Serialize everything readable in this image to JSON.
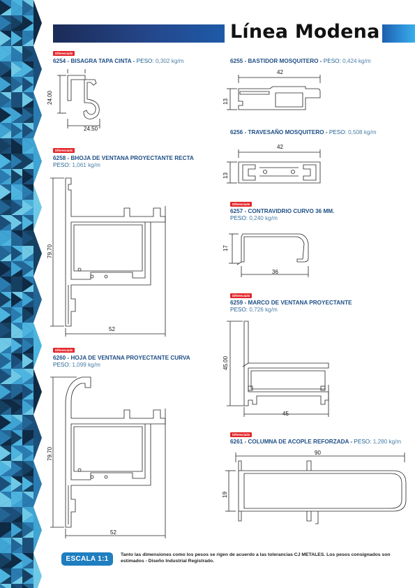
{
  "header": {
    "title": "Línea Modena"
  },
  "badge_text": "Diferenciado",
  "colors": {
    "accent_blue": "#1f5f8f",
    "badge_red": "#e3262b",
    "scale_blue": "#1e7ec0"
  },
  "products": [
    {
      "code": "6254",
      "name": "BISAGRA TAPA CINTA",
      "peso_label": "PESO:",
      "weight": "0,302 kg/m",
      "dims": [
        "24.00",
        "24.50"
      ]
    },
    {
      "code": "6255",
      "name": "BASTIDOR MOSQUITERO",
      "peso_label": "PESO:",
      "weight": "0,424 kg/m",
      "dims": [
        "42",
        "13"
      ]
    },
    {
      "code": "6256",
      "name": "TRAVESAÑO MOSQUITERO",
      "peso_label": "PESO:",
      "weight": "0,508 kg/m",
      "dims": [
        "42",
        "13"
      ]
    },
    {
      "code": "6258",
      "name": "BHOJA DE VENTANA PROYECTANTE RECTA",
      "peso_label": "PESO:",
      "weight": "1,061 kg/m",
      "dims": [
        "79.70",
        "52"
      ]
    },
    {
      "code": "6257",
      "name": "CONTRAVIDRIO CURVO 36 MM.",
      "peso_label": "PESO:",
      "weight": "0,240 kg/m",
      "dims": [
        "17",
        "36"
      ]
    },
    {
      "code": "6259",
      "name": "MARCO DE VENTANA PROYECTANTE",
      "peso_label": "PESO:",
      "weight": "0,726 kg/m",
      "dims": [
        "45.00",
        "45"
      ]
    },
    {
      "code": "6260",
      "name": "HOJA DE VENTANA PROYECTANTE CURVA",
      "peso_label": "PESO:",
      "weight": "1,099 kg/m",
      "dims": [
        "79.70",
        "52"
      ]
    },
    {
      "code": "6261",
      "name": "COLUMNA DE ACOPLE REFORZADA",
      "peso_label": "PESO:",
      "weight": "1,280 kg/m",
      "dims": [
        "90",
        "19"
      ]
    }
  ],
  "footer": {
    "scale": "ESCALA 1:1",
    "note": "Tanto las dimensiones como los pesos se rigen de acuerdo a las tolerancias CJ METALES. Los pesos consignados son estimados - Diseño Industrial Registrado."
  }
}
